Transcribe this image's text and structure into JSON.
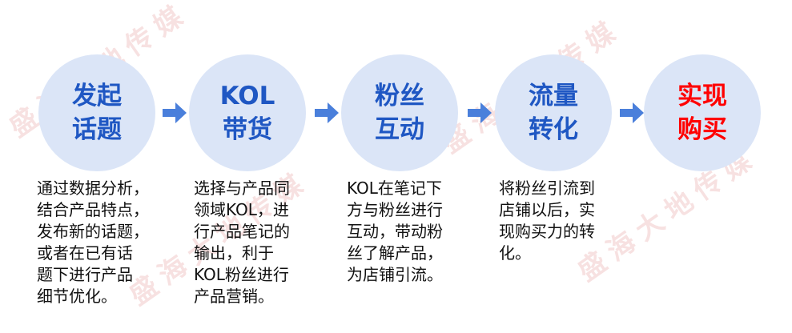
{
  "watermark": "盛海大地传媒",
  "colors": {
    "circle_fill": "#dbe5f7",
    "title_blue": "#1f57c3",
    "title_red": "#ff0000",
    "arrow_blue": "#4a7fdb"
  },
  "steps": [
    {
      "title": "发起\n话题",
      "desc": "通过数据分析，\n结合产品特点，\n发布新的话题，\n或者在已有话\n题下进行产品\n细节优化。"
    },
    {
      "title": "KOL\n带货",
      "desc": "选择与产品同\n领域KOL，进\n行产品笔记的\n输出，利于\nKOL粉丝进行\n产品营销。"
    },
    {
      "title": "粉丝\n互动",
      "desc": "KOL在笔记下\n方与粉丝进行\n互动，带动粉\n丝了解产品，\n为店铺引流。"
    },
    {
      "title": "流量\n转化",
      "desc": "将粉丝引流到\n店铺以后，实\n现购买力的转\n化。"
    },
    {
      "title": "实现\n购买"
    }
  ]
}
